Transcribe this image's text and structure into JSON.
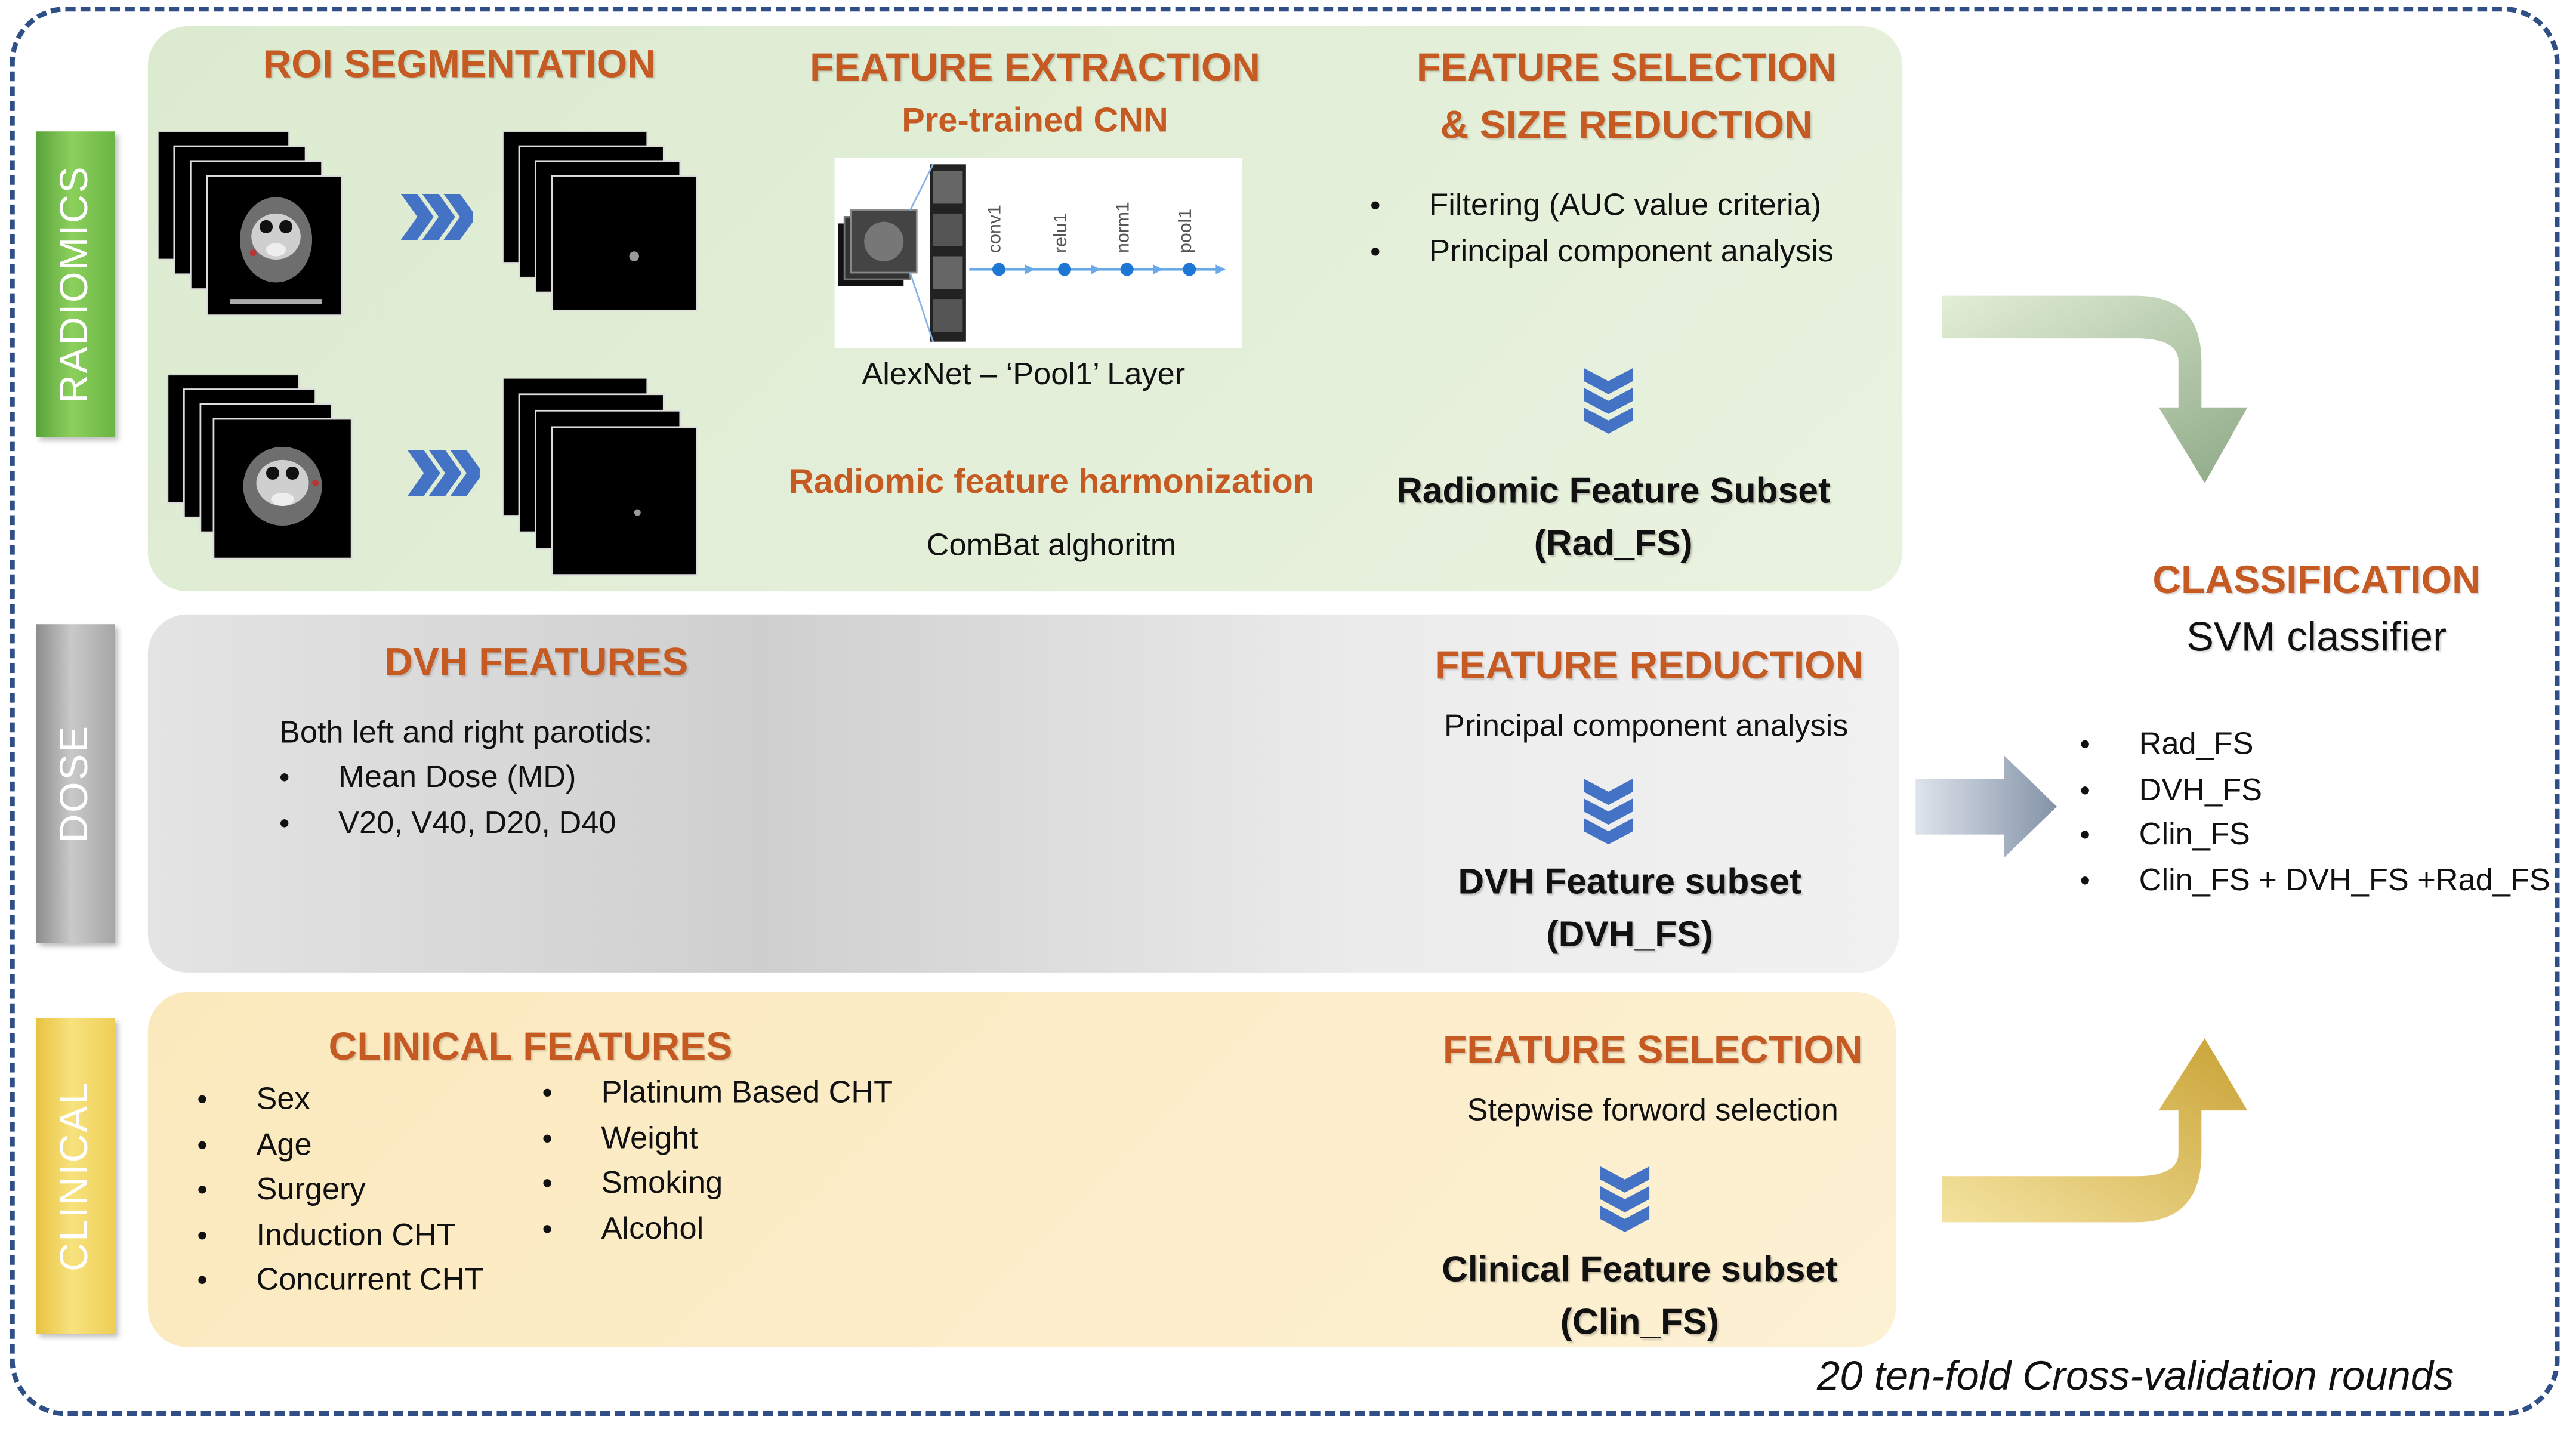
{
  "footer": {
    "cv_rounds": "20 ten-fold Cross-validation rounds"
  },
  "side_labels": {
    "radiomics": "RADIOMICS",
    "dose": "DOSE",
    "clinical": "CLINICAL"
  },
  "radiomics": {
    "roi_title": "ROI SEGMENTATION",
    "extraction_title": "FEATURE EXTRACTION",
    "extraction_sub": "Pre-trained CNN",
    "cnn_layers": [
      "conv1",
      "relu1",
      "norm1",
      "pool1"
    ],
    "cnn_caption": "AlexNet – ‘Pool1’ Layer",
    "harmonization_title": "Radiomic feature harmonization",
    "harmonization_method": "ComBat alghoritm",
    "selection_title_1": "FEATURE SELECTION",
    "selection_title_2": "& SIZE REDUCTION",
    "selection_items": [
      "Filtering (AUC value criteria)",
      "Principal component analysis"
    ],
    "subset_line1": "Radiomic Feature Subset",
    "subset_line2": "(Rad_FS)"
  },
  "dose": {
    "dvh_title": "DVH FEATURES",
    "dvh_intro": "Both left and right parotids:",
    "dvh_items": [
      "Mean Dose  (MD)",
      "V20, V40, D20, D40"
    ],
    "reduction_title": "FEATURE REDUCTION",
    "reduction_method": "Principal component analysis",
    "subset_line1": "DVH Feature subset",
    "subset_line2": "(DVH_FS)"
  },
  "clinical": {
    "title": "CLINICAL FEATURES",
    "items_col1": [
      "Sex",
      "Age",
      "Surgery",
      "Induction CHT",
      "Concurrent  CHT"
    ],
    "items_col2": [
      "Platinum Based CHT",
      "Weight",
      "Smoking",
      "Alcohol"
    ],
    "selection_title": "FEATURE SELECTION",
    "selection_method": "Stepwise forword selection",
    "subset_line1": "Clinical Feature subset",
    "subset_line2": "(Clin_FS)"
  },
  "classification": {
    "title": "CLASSIFICATION",
    "subtitle": "SVM classifier",
    "items": [
      "Rad_FS",
      "DVH_FS",
      "Clin_FS",
      "Clin_FS + DVH_FS +Rad_FS"
    ]
  },
  "colors": {
    "accent_orange": "#c55a22",
    "chevron_blue": "#4472c4",
    "border_blue": "#2f4f86",
    "radiomics_green": "#6ab544",
    "dose_gray": "#a6a6a6",
    "clinical_yellow": "#efce55"
  }
}
